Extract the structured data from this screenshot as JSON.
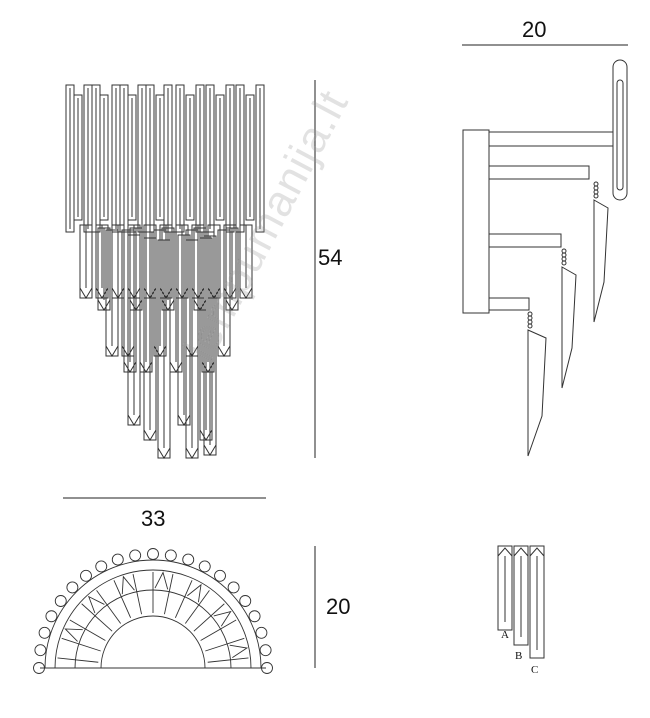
{
  "dimensions": {
    "front_height": "54",
    "front_width": "33",
    "side_depth": "20",
    "top_depth": "20"
  },
  "crystal_labels": {
    "a": "A",
    "b": "B",
    "c": "C"
  },
  "watermark": "lempumanija.lt",
  "colors": {
    "line": "#333333",
    "watermark": "#b4b4b4"
  }
}
